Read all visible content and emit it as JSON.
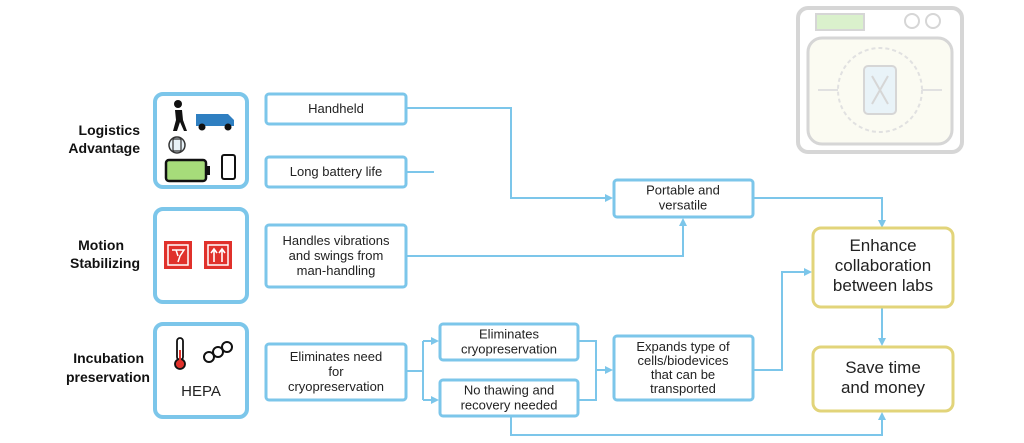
{
  "rows": [
    {
      "label_lines": [
        "Logistics",
        "Advantage"
      ]
    },
    {
      "label_lines": [
        "Motion",
        "Stabilizing"
      ]
    },
    {
      "label_lines": [
        "Incubation",
        "preservation"
      ]
    }
  ],
  "icons": {
    "incubation_text": "HEPA"
  },
  "boxes": {
    "handheld": [
      "Handheld"
    ],
    "battery": [
      "Long battery life"
    ],
    "vibrations": [
      "Handles vibrations",
      "and swings from",
      "man-handling"
    ],
    "eliminates_need": [
      "Eliminates need",
      "for",
      "cryopreservation"
    ],
    "eliminates_cryo": [
      "Eliminates",
      "cryopreservation"
    ],
    "no_thawing": [
      "No thawing and",
      "recovery needed"
    ],
    "portable": [
      "Portable and",
      "versatile"
    ],
    "expands": [
      "Expands type of",
      "cells/biodevices",
      "that can be",
      "transported"
    ],
    "collab": [
      "Enhance",
      "collaboration",
      "between labs"
    ],
    "save": [
      "Save time",
      "and money"
    ]
  },
  "colors": {
    "box_blue": "#7cc6ea",
    "arrow_blue": "#7cc6ea",
    "box_yellow": "#e2d47a",
    "battery_green": "#a6dc7a",
    "truck_blue": "#2f7fc1",
    "red_icon": "#e0312b",
    "device_gray": "#cfcfcf",
    "screen_green": "#d4efc4"
  }
}
